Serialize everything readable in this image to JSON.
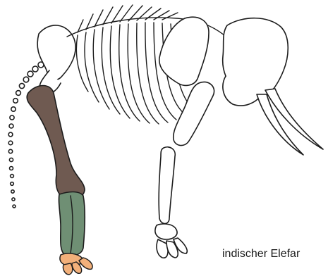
{
  "caption": "indischer Elefar",
  "colors": {
    "femur": "#6f5a51",
    "lower_leg": "#6f8f74",
    "foot": "#f2b07a",
    "outline": "#1c1c1c",
    "background": "#ffffff"
  },
  "highlighted_parts": [
    "femur",
    "tibia-fibula",
    "hind-foot"
  ]
}
